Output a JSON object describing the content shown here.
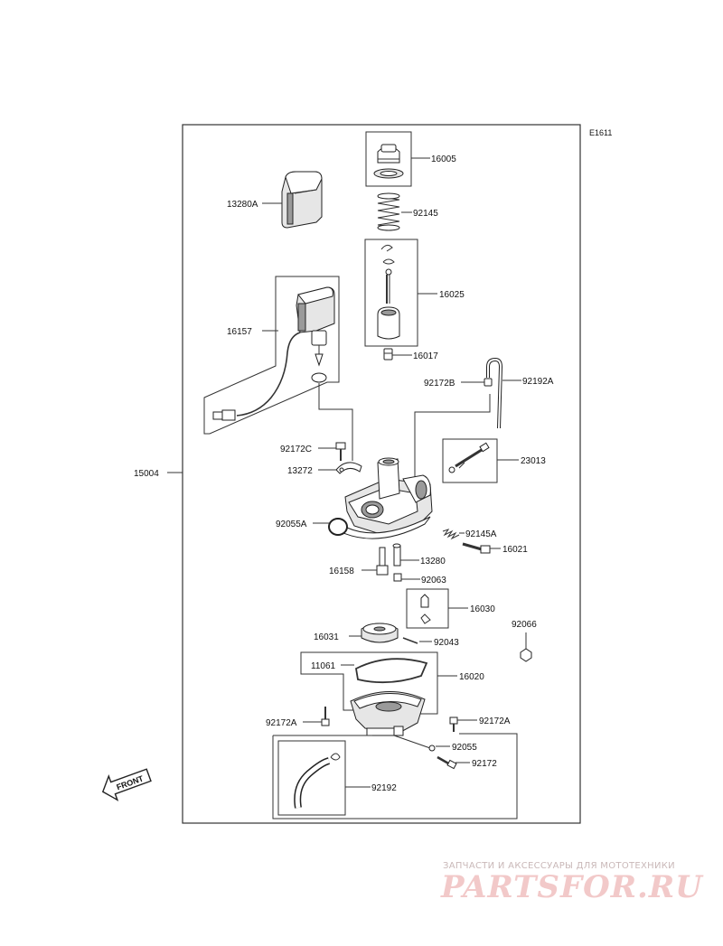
{
  "diagram": {
    "code": "E1611",
    "front_label": "FRONT",
    "parts": {
      "p16005": "16005",
      "p92145": "92145",
      "p13280A": "13280A",
      "p16025": "16025",
      "p16017": "16017",
      "p16157": "16157",
      "p92172B": "92172B",
      "p92192A": "92192A",
      "p92172C": "92172C",
      "p13272": "13272",
      "p23013": "23013",
      "p15004": "15004",
      "p92055A": "92055A",
      "p92145A": "92145A",
      "p16021": "16021",
      "p13280": "13280",
      "p16158": "16158",
      "p92063": "92063",
      "p16030": "16030",
      "p92066": "92066",
      "p16031": "16031",
      "p92043": "92043",
      "p11061": "11061",
      "p16020": "16020",
      "p92172A_left": "92172A",
      "p92172A_right": "92172A",
      "p92055": "92055",
      "p92172": "92172",
      "p92192": "92192"
    }
  },
  "watermark": {
    "tagline": "ЗАПЧАСТИ И АКСЕССУАРЫ ДЛЯ МОТОТЕХНИКИ",
    "brand": "PARTSFOR.RU"
  }
}
